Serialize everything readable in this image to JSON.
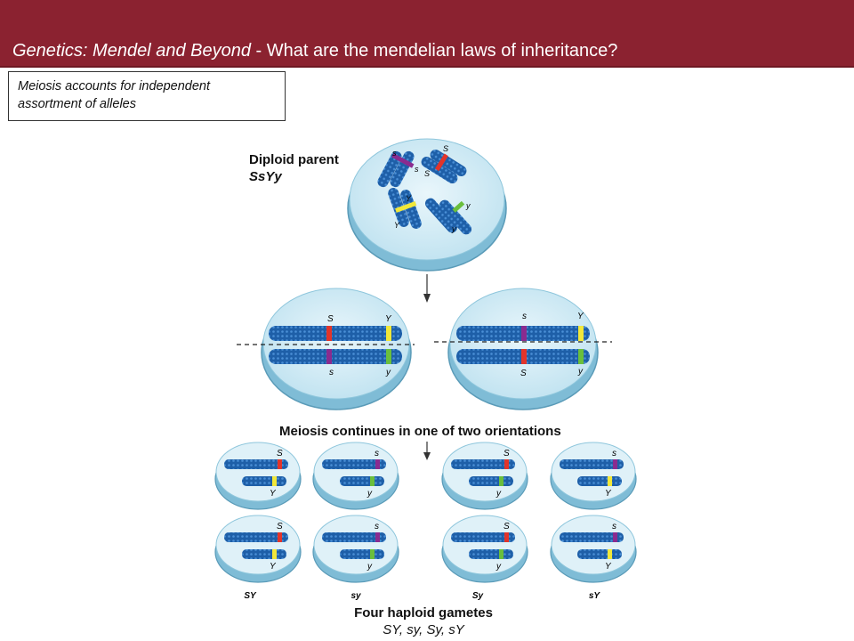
{
  "header": {
    "title_part1": "Genetics: Mendel and Beyond",
    "separator": " - ",
    "title_part2": "What are the mendelian laws of inheritance?"
  },
  "callout": {
    "line1": "Meiosis accounts for independent",
    "line2": "assortment of alleles"
  },
  "diagram": {
    "parent_title": "Diploid parent",
    "parent_genotype": "SsYy",
    "parent_alleles": {
      "s1": "s",
      "s2": "s",
      "S1": "S",
      "S2": "S",
      "Y1": "Y",
      "Y2": "Y",
      "y1": "y",
      "y2": "y"
    },
    "meta_left": {
      "top_s": "S",
      "top_y": "Y",
      "bot_s": "s",
      "bot_y": "y"
    },
    "meta_right": {
      "top_s": "s",
      "top_y": "Y",
      "bot_s": "S",
      "bot_y": "y"
    },
    "continues": "Meiosis continues in one of two orientations",
    "gametes_row1": [
      "S",
      "Y",
      "s",
      "y",
      "S",
      "y",
      "s",
      "Y"
    ],
    "gametes_row2": [
      "S",
      "Y",
      "s",
      "y",
      "S",
      "y",
      "s",
      "Y"
    ],
    "gamete_types": [
      "SY",
      "sy",
      "Sy",
      "sY"
    ],
    "final_title": "Four haploid gametes",
    "final_list": "SY, sy, Sy, sY"
  },
  "colors": {
    "header_bg": "#8b2230",
    "chromosome": "#1e5fa8",
    "cell_membrane": "#a8d8ec",
    "allele_S": "#e2342a",
    "allele_s": "#8a2b8f",
    "allele_Y": "#f1e83a",
    "allele_y": "#6abf3c"
  }
}
